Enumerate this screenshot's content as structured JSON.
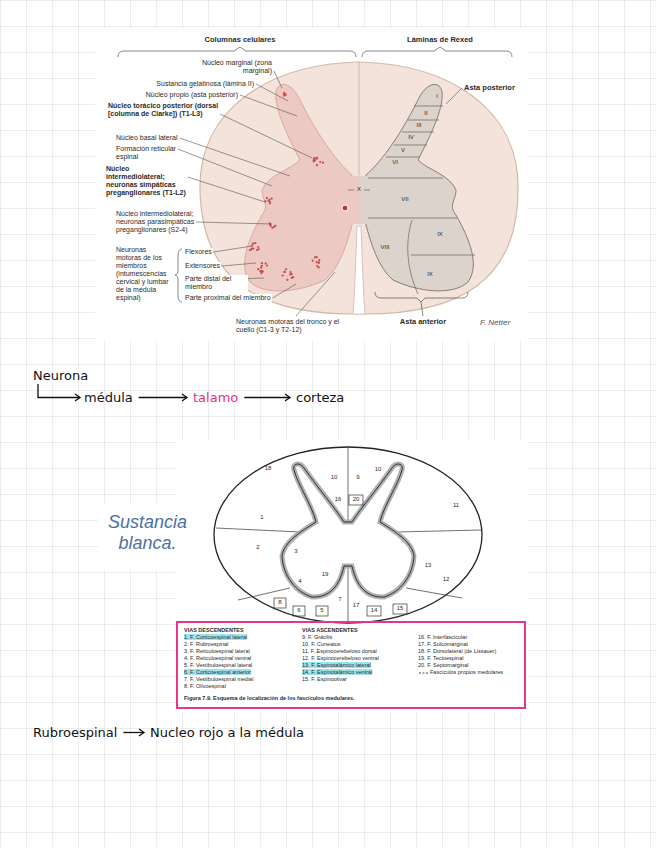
{
  "diagram": {
    "nodes": [
      {
        "text": [
          "VIAS DESCENDENTES",
          "1. F. Corticoespinal lateral",
          "2. F. Rubroespinal",
          "3. F. Reticuloespinal lateral",
          "4. F. Reticuloespinal ventral",
          "5. F. Vestibuloespinal lateral",
          "6. F. Corticoespinal anterior",
          "7. F. Vestibuloespinal medial",
          "8. F. Olivoespinal",
          "VIAS ASCENDENTES",
          "9. F. Grácilis",
          "10. F. Cuneatus",
          "11. F. Espinocerebeloso dorsal",
          "12. F. Espinocerebeloso ventral",
          "13. F. Espinotalámico lateral",
          "14. F. Espinotalámico ventral",
          "15. F. Espinoolivar",
          "16. F. Interfascicular",
          "17. F. Sulcomarginal",
          "18. F. Dorsolateral (de Lissauer)",
          "19. F. Tectoespinal",
          "20. F. Septomarginal",
          "Fascículos propios medulares",
          "Figura 7.9. Esquema de localización de los fascículos medulares."
        ]
      }
    ],
    "labels": [
      "Columnas celulares",
      "Láminas de Rexed",
      "Núcleo marginal (zona marginal)",
      "Sustancia gelatinosa (lámina II)",
      "Núcleo propio (asta posterior)",
      "Núcleo torácico posterior (dorsal [columna de Clarke]) (T1-L3)",
      "Núcleo basal lateral",
      "Formación reticular espinal",
      "Núcleo intermediolateral; neuronas simpáticas preganglionares (T1-L2)",
      "Núcleo intermediolateral; neuronas parasimpáticas preganglionares (S2-4)",
      "Neuronas motoras de los miembros (intumescencias cervical y lumbar de la médula espinal)",
      "Flexores",
      "Extensores",
      "Parte distal del miembro",
      "Parte proximal del miembro",
      "Neuronas motoras del tronco y el cuello (C1-3 y T2-12)",
      "Asta posterior",
      "Asta anterior",
      "I",
      "II",
      "III",
      "IV",
      "V",
      "VI",
      "VII",
      "VIII",
      "IX",
      "IX",
      "X",
      "F. Netter",
      "Neurona",
      "médula",
      "talamo",
      "corteza",
      "Sustancia blanca.",
      "18",
      "10",
      "9",
      "10",
      "1",
      "11",
      "2",
      "3",
      "20",
      "16",
      "17",
      "19",
      "12",
      "13",
      "4",
      "7",
      "6",
      "5",
      "8",
      "14",
      "15",
      "Rubroespinal",
      "Nucleo rojo a la médula"
    ]
  }
}
